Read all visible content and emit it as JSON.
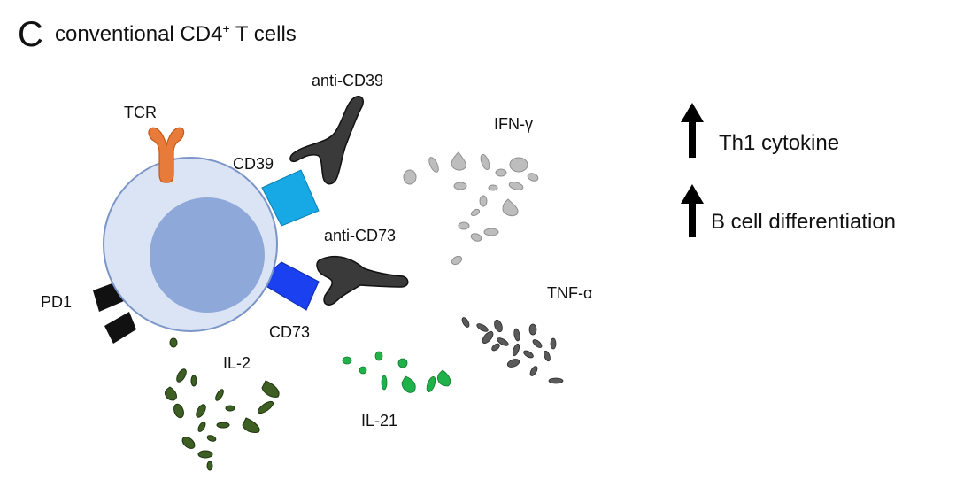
{
  "panel": {
    "letter": "C",
    "title": "conventional CD4",
    "title_superscript": "+",
    "title_suffix": " T cells"
  },
  "cell": {
    "receptors": {
      "tcr": "TCR",
      "cd39": "CD39",
      "cd73": "CD73",
      "pd1": "PD1"
    },
    "antibodies": {
      "anti_cd39": "anti-CD39",
      "anti_cd73": "anti-CD73"
    }
  },
  "cytokines": {
    "ifn_gamma": "IFN-γ",
    "tnf_alpha": "TNF-α",
    "il_2": "IL-2",
    "il_21": "IL-21"
  },
  "outcomes": [
    {
      "label": "Th1 cytokine",
      "direction": "up"
    },
    {
      "label": "B cell differentiation",
      "direction": "up"
    }
  ],
  "colors": {
    "cell_membrane": "#dbe4f4",
    "cell_outline": "#7b95c8",
    "nucleus": "#8ea8d9",
    "tcr": "#e87a3a",
    "cd39": "#16a9e6",
    "cd73": "#1a40f0",
    "pd1": "#111111",
    "antibody": "#3a3a3a",
    "ifn_gamma": "#bdbdbd",
    "tnf_alpha": "#5a5a5a",
    "il_2": "#3d5f24",
    "il_21": "#1fb24a"
  }
}
